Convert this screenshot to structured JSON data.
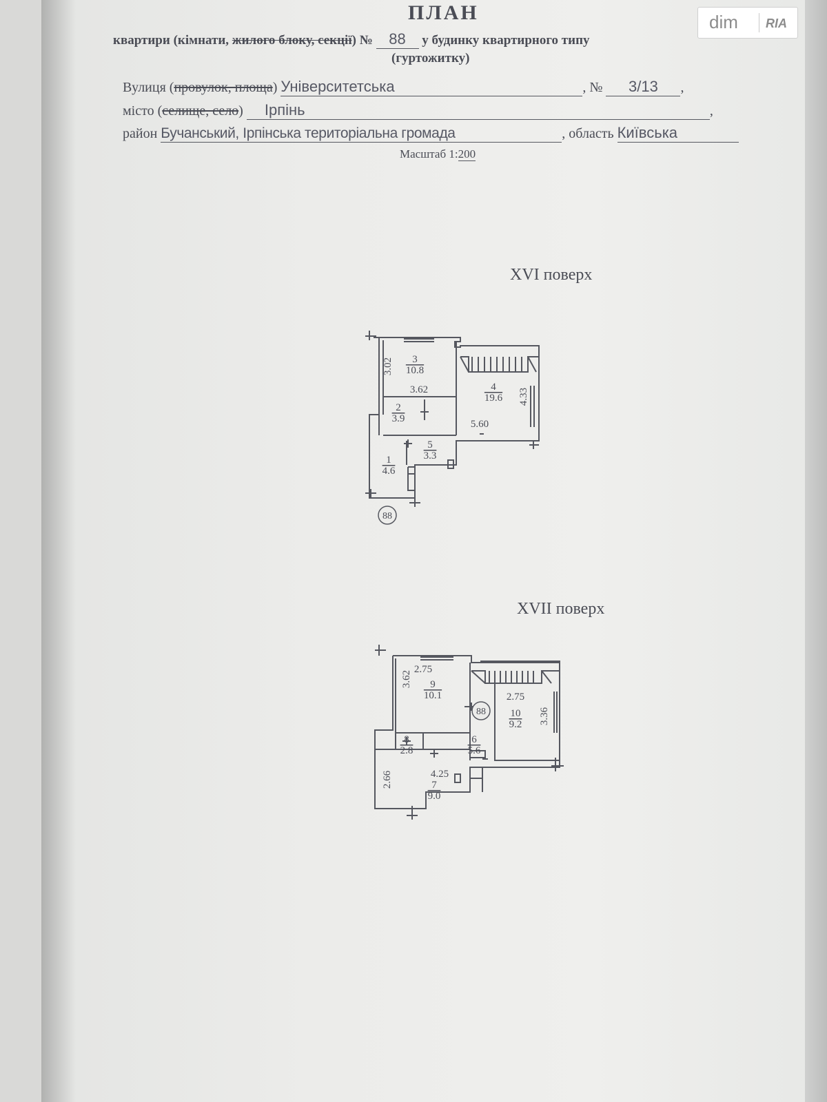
{
  "header": {
    "title": "ПЛАН",
    "line1_prefix": "квартири (",
    "line1_kimnaty": "кімнати,",
    "line1_struck": "жилого блоку, секції",
    "line1_mid": ") №",
    "apartment_number": "88",
    "line1_suffix": "у будинку квартирного типу",
    "line2": "(гуртожитку)"
  },
  "address": {
    "street_label": "Вулиця (",
    "street_struck": "провулок, площа",
    "street_label_end": ")",
    "street_value": "Університетська",
    "number_label": ", №",
    "number_value": "3/13",
    "city_label": "місто (",
    "city_struck": "селище, село",
    "city_label_end": ")",
    "city_value": "Ірпінь",
    "district_label": "район",
    "district_value": "Бучанський, Ірпінська територіальна громада",
    "region_label": ", область",
    "region_value": "Київська",
    "scale_label": "Масштаб 1:",
    "scale_value": "200"
  },
  "floor16": {
    "title": "XVI поверх",
    "apt_marker": "88",
    "rooms": [
      {
        "no": "3",
        "area": "10.8"
      },
      {
        "no": "4",
        "area": "19.6"
      },
      {
        "no": "2",
        "area": "3.9"
      },
      {
        "no": "5",
        "area": "3.3"
      },
      {
        "no": "1",
        "area": "4.6"
      }
    ],
    "dims": {
      "d1": "3.02",
      "d2": "3.62",
      "d3": "4.33",
      "d4": "5.60"
    }
  },
  "floor17": {
    "title": "XVII поверх",
    "apt_marker": "88",
    "rooms": [
      {
        "no": "9",
        "area": "10.1"
      },
      {
        "no": "10",
        "area": "9.2"
      },
      {
        "no": "8",
        "area": "2.8"
      },
      {
        "no": "6",
        "area": "5.6"
      },
      {
        "no": "7",
        "area": "9.0"
      }
    ],
    "dims": {
      "d1": "2.75",
      "d2": "3.62",
      "d3": "2.75",
      "d4": "3.36",
      "d5": "4.25",
      "d6": "2.66"
    }
  },
  "watermark": {
    "left": "dim",
    "right": "RIA"
  },
  "colors": {
    "ink": "#4a4c55",
    "paper": "#ececea"
  }
}
